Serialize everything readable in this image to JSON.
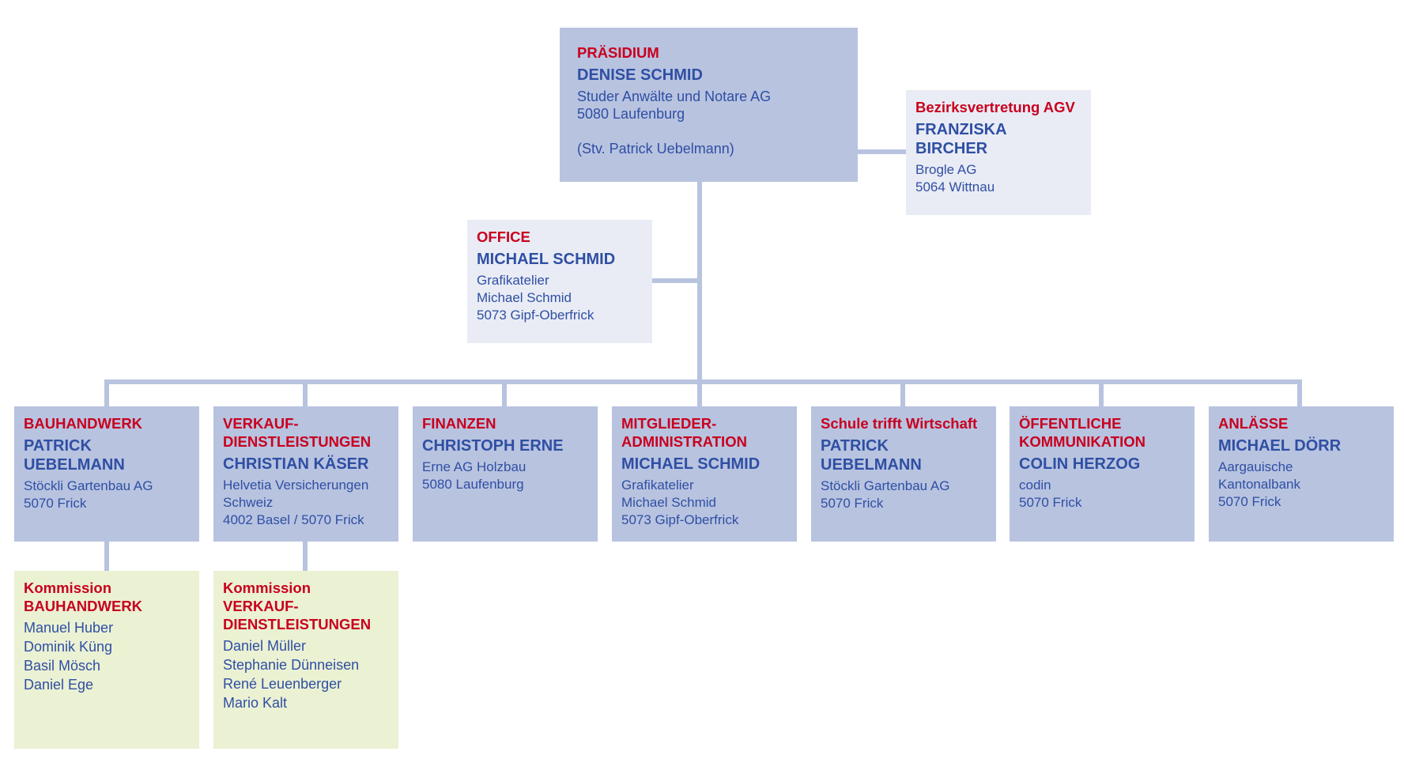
{
  "colors": {
    "box_blue": "#b8c3e0",
    "box_light": "#e9ecf5",
    "box_green": "#ebf1d3",
    "accent_red": "#c8001e",
    "text_blue": "#2f4fa3"
  },
  "praesidium": {
    "role": "PRÄSIDIUM",
    "name": "DENISE SCHMID",
    "details": "Studer Anwälte und Notare AG\n5080 Laufenburg\n\n(Stv. Patrick Uebelmann)"
  },
  "bezirk": {
    "role": "Bezirksvertretung AGV",
    "name": "FRANZISKA BIRCHER",
    "details": "Brogle AG\n5064 Wittnau"
  },
  "office": {
    "role": "OFFICE",
    "name": "MICHAEL SCHMID",
    "details": "Grafikatelier\nMichael Schmid\n5073 Gipf-Oberfrick"
  },
  "departments": [
    {
      "role": "BAUHANDWERK",
      "name": "PATRICK UEBELMANN",
      "details": "Stöckli Gartenbau AG\n5070 Frick"
    },
    {
      "role": "VERKAUF-\nDIENSTLEISTUNGEN",
      "name": "CHRISTIAN KÄSER",
      "details": "Helvetia Versicherungen\nSchweiz\n4002 Basel / 5070 Frick"
    },
    {
      "role": "FINANZEN",
      "name": "CHRISTOPH ERNE",
      "details": "Erne AG Holzbau\n5080 Laufenburg"
    },
    {
      "role": "MITGLIEDER-\nADMINISTRATION",
      "name": "MICHAEL SCHMID",
      "details": "Grafikatelier\nMichael Schmid\n5073 Gipf-Oberfrick"
    },
    {
      "role": "Schule trifft Wirtschaft",
      "name": "PATRICK UEBELMANN",
      "details": "Stöckli Gartenbau AG\n5070 Frick"
    },
    {
      "role": "ÖFFENTLICHE\nKOMMUNIKATION",
      "name": "COLIN HERZOG",
      "details": "codin\n5070 Frick"
    },
    {
      "role": "ANLÄSSE",
      "name": "MICHAEL DÖRR",
      "details": "Aargauische\nKantonalbank\n5070 Frick"
    }
  ],
  "commissions": [
    {
      "title": "Kommission\nBAUHANDWERK",
      "members": "Manuel Huber\nDominik Küng\nBasil Mösch\nDaniel Ege"
    },
    {
      "title": "Kommission\nVERKAUF-\nDIENSTLEISTUNGEN",
      "members": "Daniel Müller\nStephanie Dünneisen\nRené Leuenberger\nMario Kalt"
    }
  ]
}
